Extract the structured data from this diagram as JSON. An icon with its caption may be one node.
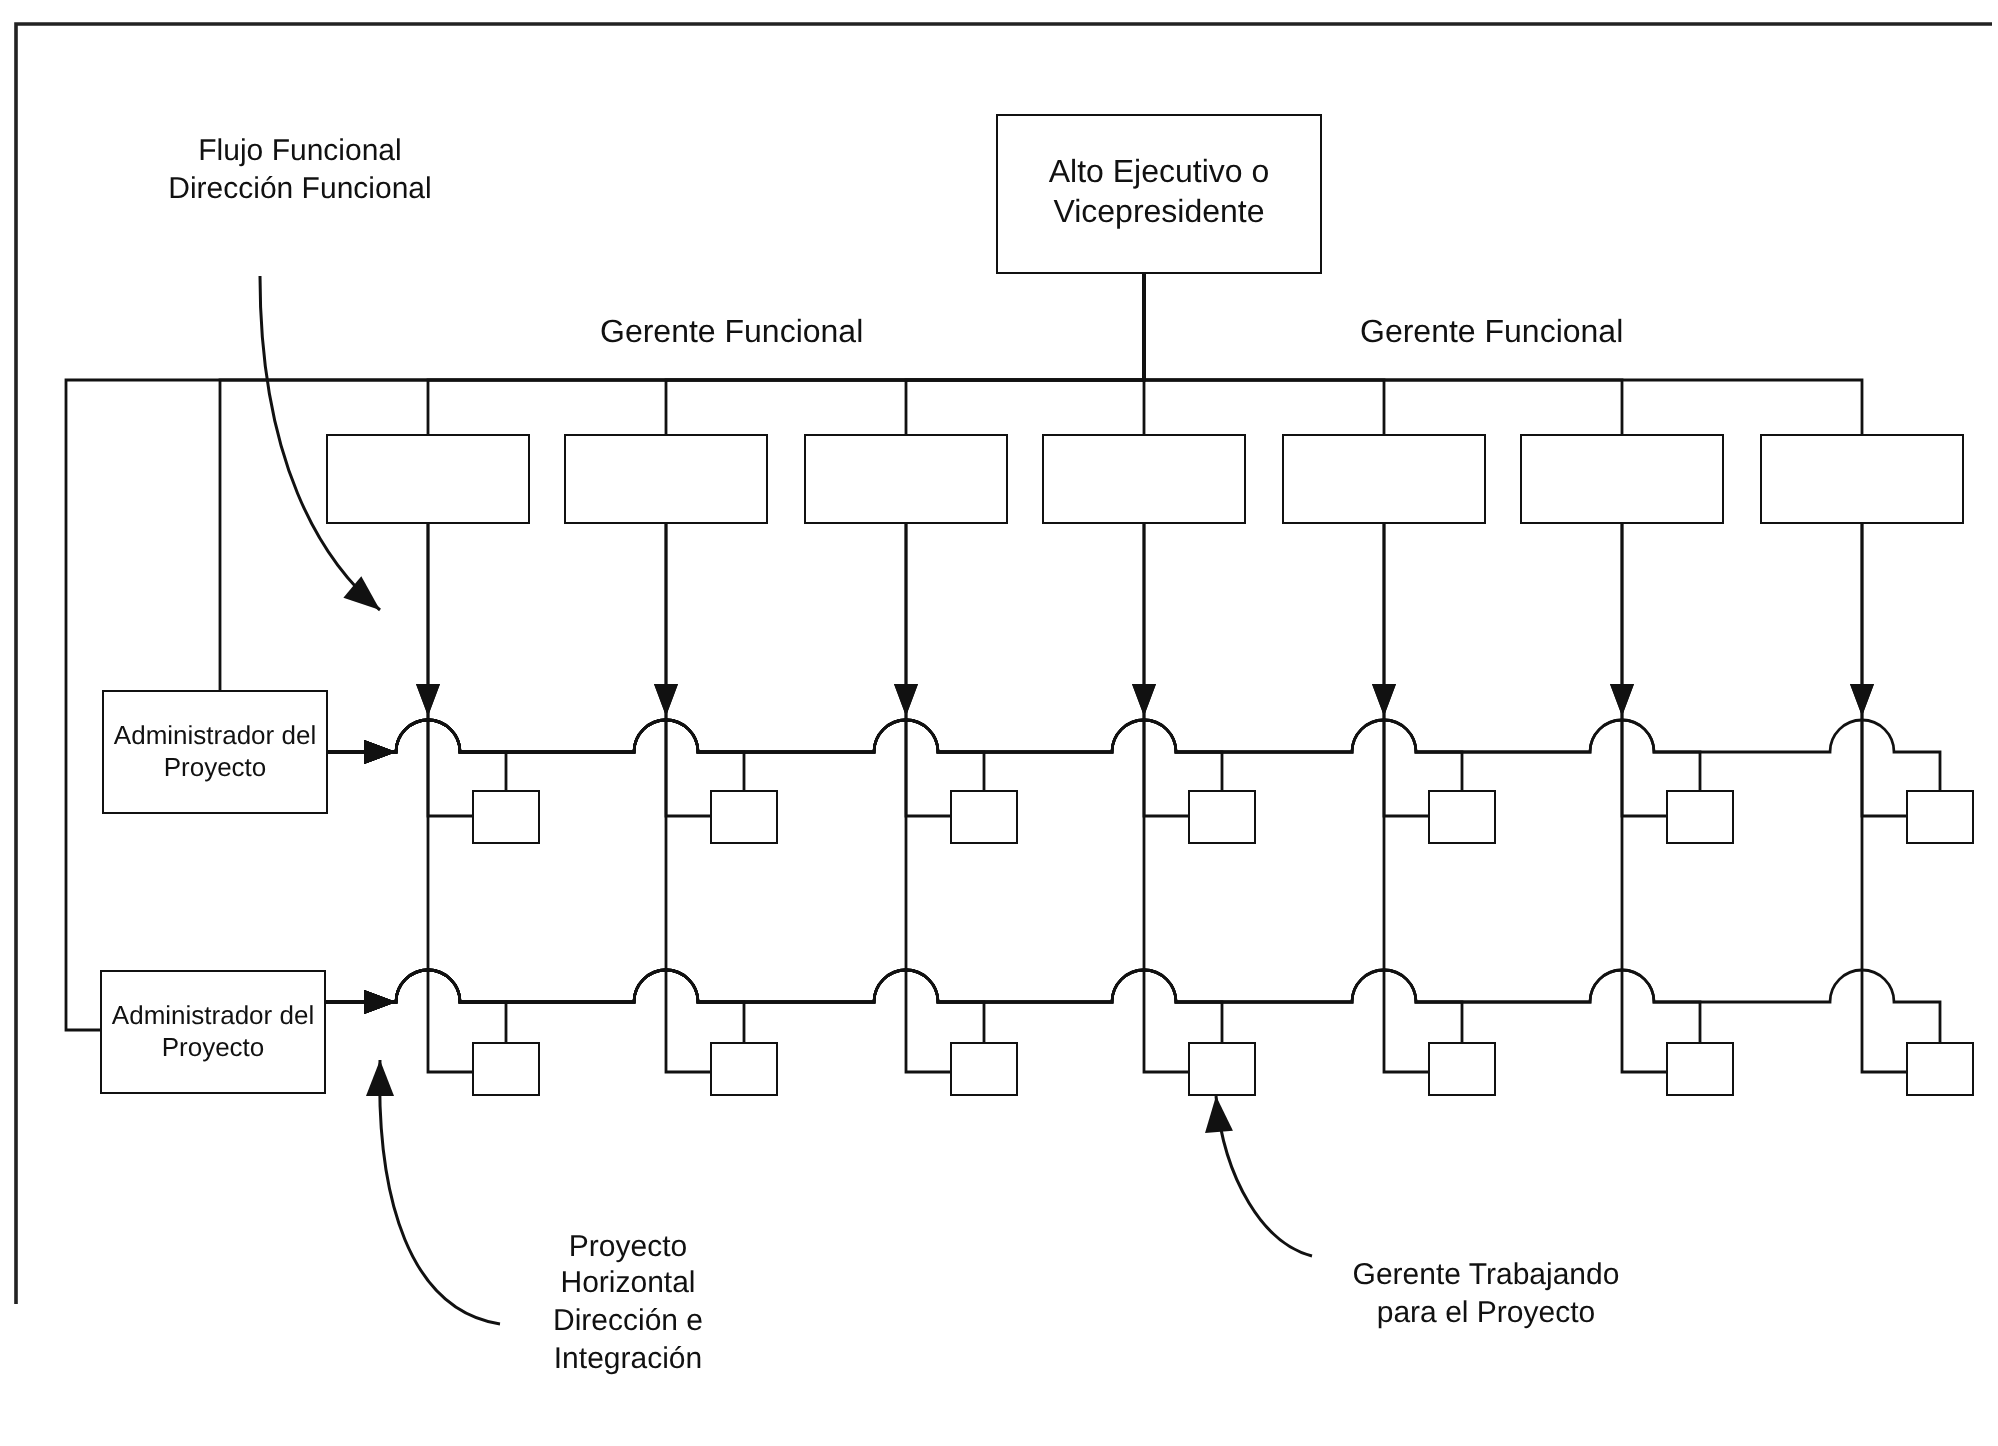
{
  "diagram": {
    "nodes": [
      {
        "text": [
          "Flujo Funcional Dirección Funcional"
        ]
      },
      {
        "text": [
          "Alto Ejecutivo o Vicepresidente"
        ]
      },
      {
        "text": [],
        "shape": "box"
      },
      {
        "text": [],
        "shape": "box"
      },
      {
        "text": [],
        "shape": "box"
      },
      {
        "text": [],
        "shape": "box"
      },
      {
        "text": [],
        "shape": "box"
      },
      {
        "text": [],
        "shape": "box"
      },
      {
        "text": [],
        "shape": "box"
      },
      {
        "text": [
          "Administrador del Proyecto"
        ]
      },
      {
        "text": [],
        "shape": "box"
      },
      {
        "text": [],
        "shape": "box"
      },
      {
        "text": [],
        "shape": "box"
      },
      {
        "text": [],
        "shape": "box"
      },
      {
        "text": [],
        "shape": "box"
      },
      {
        "text": [],
        "shape": "box"
      },
      {
        "text": [],
        "shape": "box"
      },
      {
        "text": [
          "Administrador del Proyecto"
        ]
      },
      {
        "text": [],
        "shape": "box"
      },
      {
        "text": [],
        "shape": "box"
      },
      {
        "text": [],
        "shape": "box"
      },
      {
        "text": [],
        "shape": "box"
      },
      {
        "text": [],
        "shape": "box"
      },
      {
        "text": [],
        "shape": "box"
      },
      {
        "text": [],
        "shape": "box"
      },
      {
        "text": [
          "Proyecto Horizontal Dirección e Integración"
        ]
      },
      {
        "text": [
          "Gerente Trabajando para el Proyecto"
        ]
      }
    ],
    "edges": [
      {
        "from": 1,
        "to": 2,
        "arrow": "none"
      },
      {
        "from": 1,
        "to": 3,
        "arrow": "none"
      },
      {
        "from": 1,
        "to": 4,
        "arrow": "none"
      },
      {
        "from": 1,
        "to": 5,
        "arrow": "none"
      },
      {
        "from": 1,
        "to": 6,
        "arrow": "none"
      },
      {
        "from": 1,
        "to": 7,
        "arrow": "none"
      },
      {
        "from": 1,
        "to": 8,
        "arrow": "none"
      },
      {
        "from": 1,
        "to": 9,
        "arrow": "none"
      },
      {
        "from": 1,
        "to": 17,
        "arrow": "none"
      },
      {
        "from": 2,
        "to": 10,
        "arrow": "to"
      },
      {
        "from": 3,
        "to": 11,
        "arrow": "to"
      },
      {
        "from": 4,
        "to": 12,
        "arrow": "to"
      },
      {
        "from": 5,
        "to": 13,
        "arrow": "to"
      },
      {
        "from": 6,
        "to": 14,
        "arrow": "to"
      },
      {
        "from": 7,
        "to": 15,
        "arrow": "to"
      },
      {
        "from": 8,
        "to": 16,
        "arrow": "to"
      },
      {
        "from": 2,
        "to": 18,
        "arrow": "to"
      },
      {
        "from": 3,
        "to": 19,
        "arrow": "to"
      },
      {
        "from": 4,
        "to": 20,
        "arrow": "to"
      },
      {
        "from": 5,
        "to": 21,
        "arrow": "to"
      },
      {
        "from": 6,
        "to": 22,
        "arrow": "to"
      },
      {
        "from": 7,
        "to": 23,
        "arrow": "to"
      },
      {
        "from": 8,
        "to": 24,
        "arrow": "to"
      },
      {
        "from": 9,
        "to": 10,
        "arrow": "to"
      },
      {
        "from": 9,
        "to": 11,
        "arrow": "to"
      },
      {
        "from": 9,
        "to": 12,
        "arrow": "to"
      },
      {
        "from": 9,
        "to": 13,
        "arrow": "to"
      },
      {
        "from": 9,
        "to": 14,
        "arrow": "to"
      },
      {
        "from": 9,
        "to": 15,
        "arrow": "to"
      },
      {
        "from": 9,
        "to": 16,
        "arrow": "to"
      },
      {
        "from": 17,
        "to": 18,
        "arrow": "to"
      },
      {
        "from": 17,
        "to": 19,
        "arrow": "to"
      },
      {
        "from": 17,
        "to": 20,
        "arrow": "to"
      },
      {
        "from": 17,
        "to": 21,
        "arrow": "to"
      },
      {
        "from": 17,
        "to": 22,
        "arrow": "to"
      },
      {
        "from": 17,
        "to": 23,
        "arrow": "to"
      },
      {
        "from": 17,
        "to": 24,
        "arrow": "to"
      },
      {
        "from": 0,
        "to": null,
        "arrow": "to"
      },
      {
        "from": 25,
        "to": null,
        "arrow": "to"
      },
      {
        "from": 26,
        "to": 21,
        "arrow": "to"
      }
    ],
    "labels": [
      "Gerente Funcional",
      "Gerente Funcional"
    ]
  }
}
